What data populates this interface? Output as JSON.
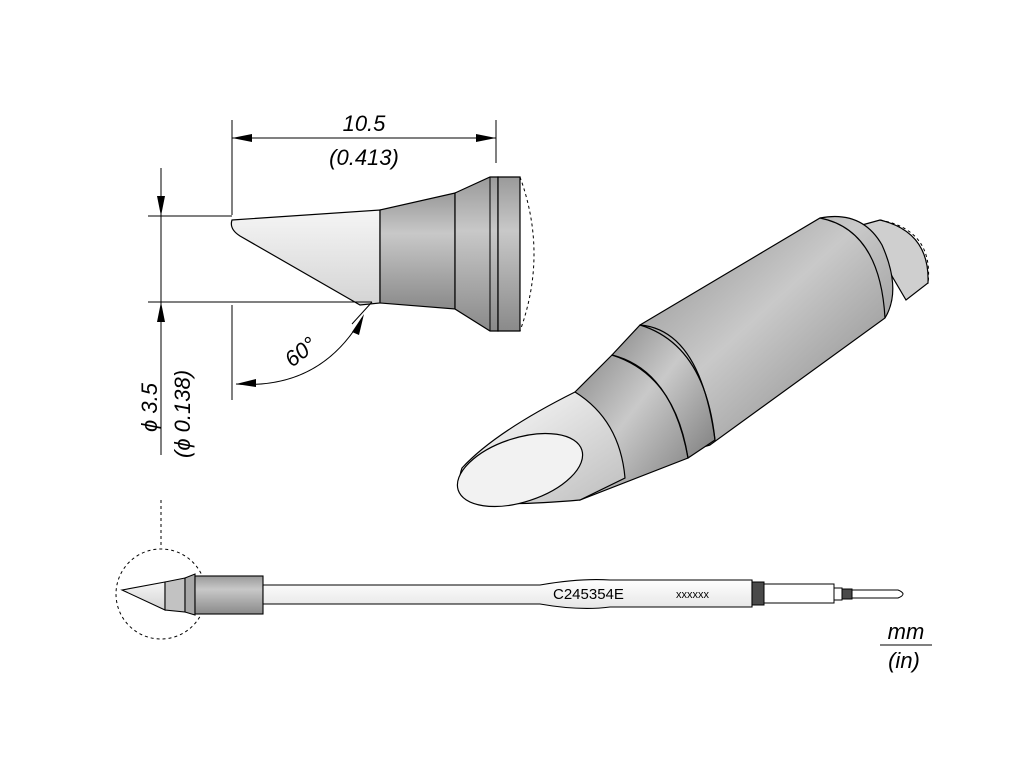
{
  "drawing": {
    "length_dim": {
      "mm": "10.5",
      "in": "(0.413)"
    },
    "diameter_dim": {
      "mm": "ϕ 3.5",
      "in": "(ϕ 0.138)"
    },
    "angle_dim": "60°",
    "part_number": "C245354E",
    "serial_placeholder": "xxxxxx",
    "units": {
      "primary": "mm",
      "secondary": "(in)"
    }
  },
  "colors": {
    "tip_light": "#eeeeee",
    "body_mid": "#b5b5b5",
    "body_dark": "#8f8f8f",
    "outline": "#000000"
  }
}
